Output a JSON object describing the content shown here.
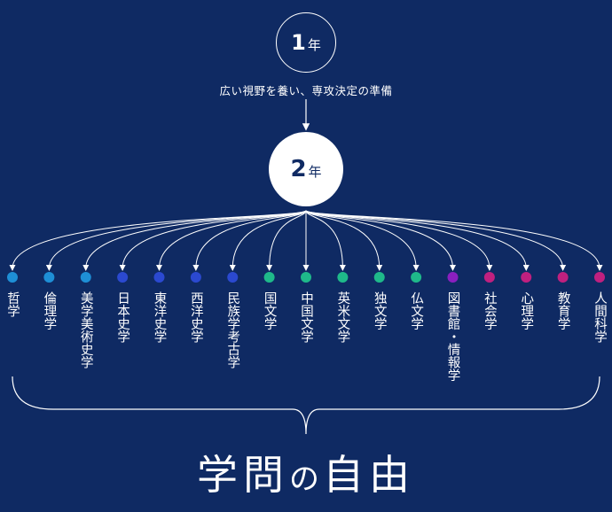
{
  "year1": {
    "number": "1",
    "unit": "年"
  },
  "year1_caption": "広い視野を養い、専攻決定の準備",
  "year2": {
    "number": "2",
    "unit": "年"
  },
  "subjects": [
    {
      "label": "哲学",
      "color": "#1e8fd6"
    },
    {
      "label": "倫理学",
      "color": "#1e8fd6"
    },
    {
      "label": "美学美術史学",
      "color": "#1e8fd6"
    },
    {
      "label": "日本史学",
      "color": "#2b49d0"
    },
    {
      "label": "東洋史学",
      "color": "#2b49d0"
    },
    {
      "label": "西洋史学",
      "color": "#2b49d0"
    },
    {
      "label": "民族学考古学",
      "color": "#2b49d0"
    },
    {
      "label": "国文学",
      "color": "#1fb98a"
    },
    {
      "label": "中国文学",
      "color": "#1fb98a"
    },
    {
      "label": "英米文学",
      "color": "#1fb98a"
    },
    {
      "label": "独文学",
      "color": "#1fb98a"
    },
    {
      "label": "仏文学",
      "color": "#1fb98a"
    },
    {
      "label": "図書館・情報学",
      "color": "#8a1fbf"
    },
    {
      "label": "社会学",
      "color": "#c0207f"
    },
    {
      "label": "心理学",
      "color": "#c0207f"
    },
    {
      "label": "教育学",
      "color": "#c0207f"
    },
    {
      "label": "人間科学",
      "color": "#c0207f"
    }
  ],
  "footer": {
    "part1": "学問",
    "part2": "の",
    "part3": "自由"
  }
}
